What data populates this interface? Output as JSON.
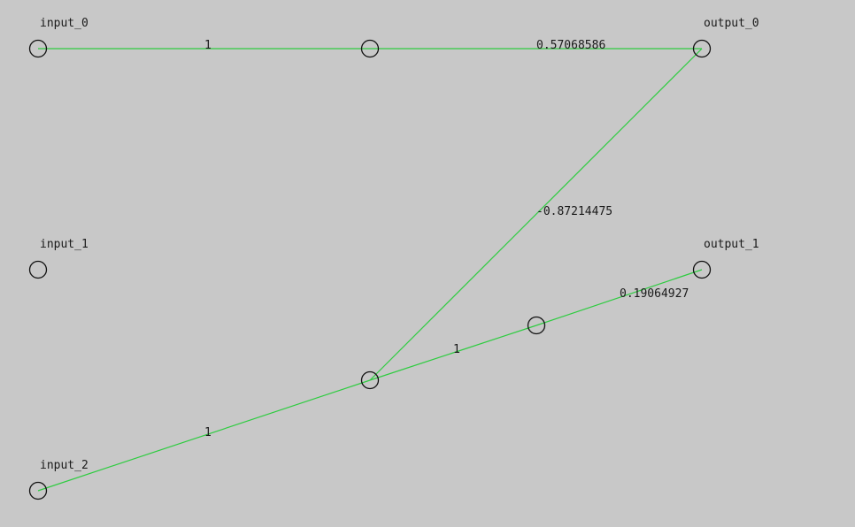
{
  "nodes": [
    {
      "id": "input_0",
      "label": "input_0",
      "labeled": true
    },
    {
      "id": "input_1",
      "label": "input_1",
      "labeled": true
    },
    {
      "id": "input_2",
      "label": "input_2",
      "labeled": true
    },
    {
      "id": "output_0",
      "label": "output_0",
      "labeled": true
    },
    {
      "id": "output_1",
      "label": "output_1",
      "labeled": true
    },
    {
      "id": "hidden_a",
      "label": "",
      "labeled": false
    },
    {
      "id": "hidden_b",
      "label": "",
      "labeled": false
    },
    {
      "id": "hidden_c",
      "label": "",
      "labeled": false
    }
  ],
  "edges": [
    {
      "from": "input_0",
      "to": "hidden_a",
      "weight": "1"
    },
    {
      "from": "hidden_a",
      "to": "output_0",
      "weight": "0.57068586"
    },
    {
      "from": "hidden_b",
      "to": "output_0",
      "weight": "-0.87214475"
    },
    {
      "from": "hidden_b",
      "to": "hidden_c",
      "weight": "1"
    },
    {
      "from": "hidden_c",
      "to": "output_1",
      "weight": "0.19064927"
    },
    {
      "from": "input_2",
      "to": "hidden_b",
      "weight": "1"
    }
  ],
  "colors": {
    "background": "#c8c8c8",
    "edge": "#2ecc40",
    "node_stroke": "#111111",
    "text": "#1a1a1a"
  }
}
